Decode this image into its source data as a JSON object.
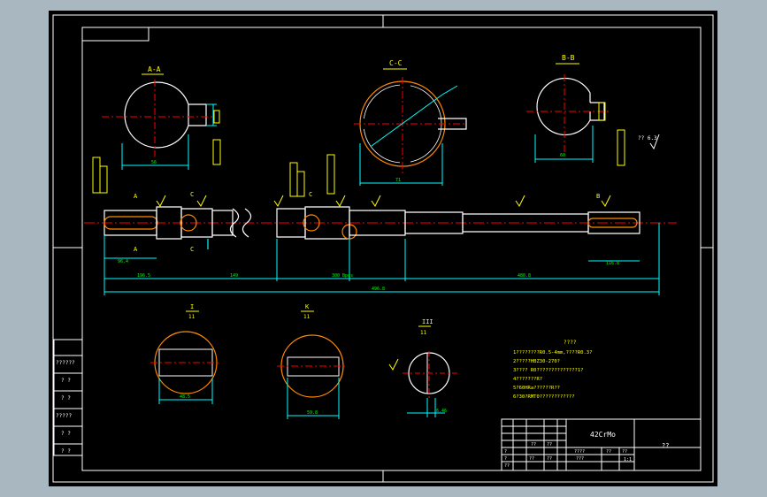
{
  "drawing": {
    "section_labels": {
      "aa": "A-A",
      "cc": "C-C",
      "bb": "B-B",
      "i": "I",
      "ii_11": "11",
      "k": "K",
      "k_11": "11",
      "iii": "III",
      "iii_11": "11"
    },
    "view_markers": {
      "a_top": "A",
      "a_bot": "A",
      "c_top": "C",
      "c_bot": "C",
      "d_top": "C",
      "b_top": "B"
    },
    "dimensions": {
      "total_length": "496.8",
      "d1": "196.5",
      "d2": "149",
      "d3": "300 Bpcs",
      "d4": "480.8",
      "d5": "116.8",
      "d6": "96.4",
      "aa_width": "56",
      "cc_width": "71",
      "bb_width": "60",
      "i_width": "48.5",
      "k_width": "59.8",
      "iii_width": "6.46"
    },
    "tech_requirements": {
      "title": "????",
      "lines": [
        "1????????R0.5-4mm,????R0.3?",
        "2?????HBZ30-270?",
        "3???? R0??????????????1?",
        "4???????R?",
        "5?60HRa??????R??",
        "6?30?RMT0????????????"
      ]
    },
    "title_block": {
      "material": "42CrMo",
      "drawing_no": "??",
      "cells": [
        "????",
        "??",
        "??",
        "?",
        "?",
        "??",
        "??",
        "??",
        "??",
        "??",
        "???",
        "1:1"
      ]
    },
    "left_strip": {
      "rows": [
        "??????",
        "? ?",
        "? ?",
        "?????",
        "? ?",
        "? ?"
      ]
    },
    "symbols": {
      "roughness_note": "?? 6.3"
    }
  }
}
